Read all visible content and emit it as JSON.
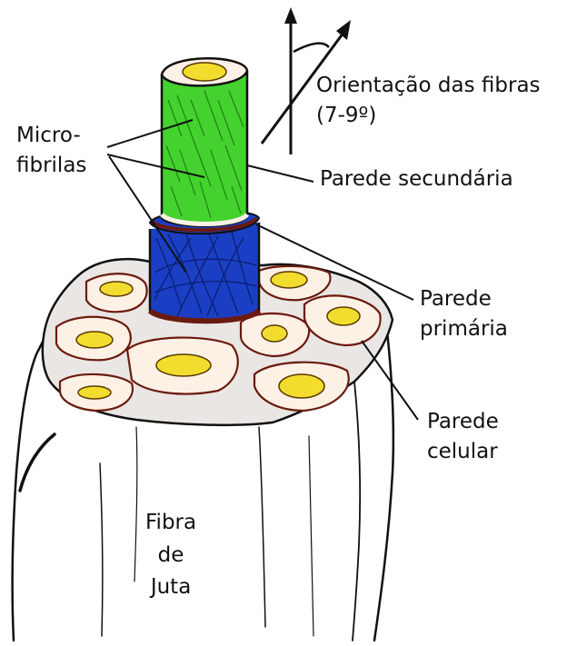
{
  "labels": {
    "orientation_line1": "Orientação das fibras",
    "orientation_line2": "(7-9º)",
    "microfibrils_line1": "Micro-",
    "microfibrils_line2": "fibrilas",
    "secondary_wall": "Parede secundária",
    "primary_wall_line1": "Parede",
    "primary_wall_line2": "primária",
    "cell_wall_line1": "Parede",
    "cell_wall_line2": "celular",
    "jute_line1": "Fibra",
    "jute_line2": "de",
    "jute_line3": "Juta"
  },
  "colors": {
    "secondary_wall_fill": "#44d22e",
    "primary_wall_fill": "#1b3fc4",
    "lumen_fill": "#f2dc2e",
    "cell_wall_stroke": "#6b1a0e",
    "cell_fill": "#fdf1e6",
    "outline": "#111111"
  }
}
